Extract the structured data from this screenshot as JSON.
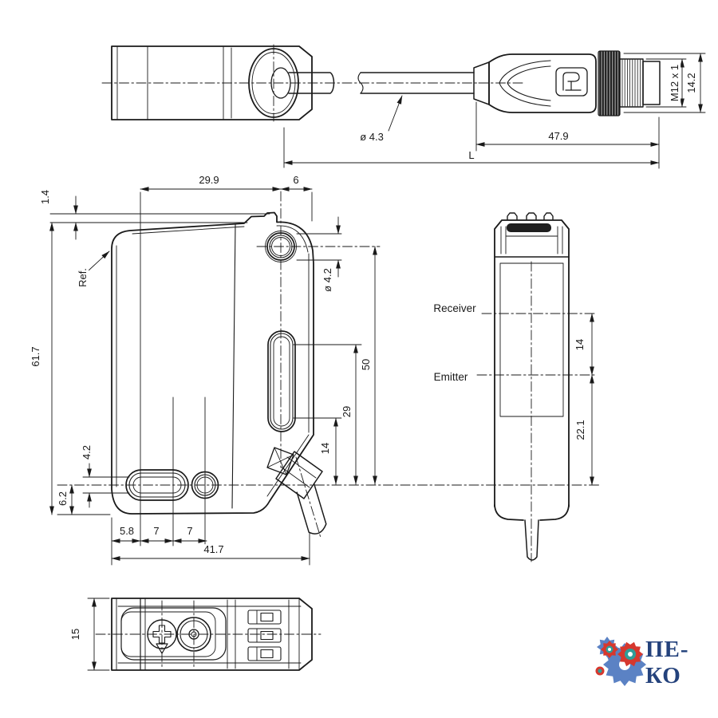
{
  "views": {
    "cable_view": {
      "labels": {
        "cable_diameter": "ø 4.3",
        "connector_length": "47.9",
        "total_length": "L",
        "thread_size": "M12 x 1",
        "connector_diameter": "14.2"
      }
    },
    "front_view": {
      "labels": {
        "top_width": "29.9",
        "hole_edge_offset": "6",
        "tab_height": "1.4",
        "ref_marker": "Ref.",
        "body_height": "61.7",
        "hole_diameter": "ø 4.2",
        "dim_50": "50",
        "dim_29": "29",
        "dim_14": "14",
        "slot_height": "4.2",
        "bottom_offset": "6.2",
        "dim_5_8": "5.8",
        "dim_7a": "7",
        "dim_7b": "7",
        "body_width": "41.7"
      }
    },
    "optical_view": {
      "labels": {
        "receiver": "Receiver",
        "emitter": "Emitter",
        "beam_spacing": "14",
        "emitter_height": "22.1"
      }
    },
    "top_view": {
      "labels": {
        "body_depth": "15"
      }
    }
  },
  "logo": {
    "wordmark": "ПЕ-КО",
    "colors": {
      "blue": "#5b82c4",
      "red": "#d6382e",
      "teal": "#2f9e99",
      "text": "#24427c"
    }
  }
}
